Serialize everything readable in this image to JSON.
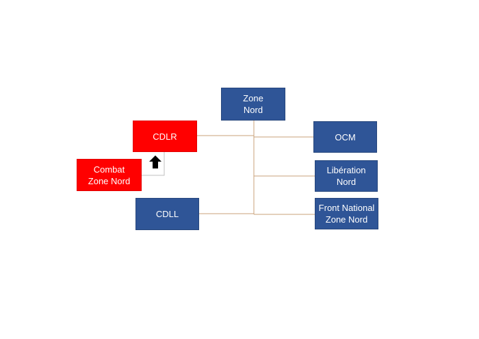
{
  "diagram": {
    "nodes": {
      "zone_nord": "Zone\nNord",
      "cdlr": "CDLR",
      "ocm": "OCM",
      "combat_zone_nord": "Combat\nZone Nord",
      "liberation_nord": "Libération\nNord",
      "cdll": "CDLL",
      "front_national_zone_nord": "Front National\nZone Nord"
    },
    "colors": {
      "blue_box": "#2f5597",
      "red_box": "#ff0000",
      "connector": "#c9a27a",
      "gray_connector": "#bfbfbf",
      "arrow": "#000000"
    },
    "icons": {
      "arrow": "up-arrow-icon"
    }
  }
}
